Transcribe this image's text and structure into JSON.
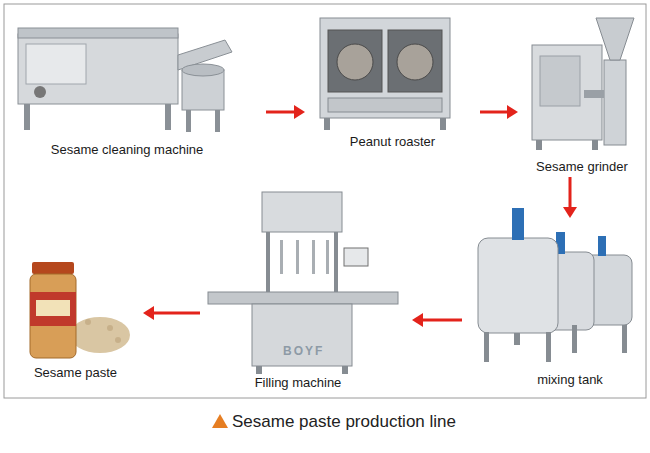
{
  "diagram": {
    "caption": "Sesame paste production line",
    "nodes": [
      {
        "text": [
          "Sesame cleaning machine"
        ]
      },
      {
        "text": [
          "Peanut roaster"
        ]
      },
      {
        "text": [
          "Sesame grinder"
        ]
      },
      {
        "text": [
          "mixing tank"
        ]
      },
      {
        "text": [
          "Filling machine"
        ]
      },
      {
        "text": [
          "Sesame paste"
        ]
      }
    ],
    "edges": [
      {
        "from": 0,
        "to": 1,
        "arrow": "to"
      },
      {
        "from": 1,
        "to": 2,
        "arrow": "to"
      },
      {
        "from": 2,
        "to": 3,
        "arrow": "to"
      },
      {
        "from": 3,
        "to": 4,
        "arrow": "to"
      },
      {
        "from": 4,
        "to": 5,
        "arrow": "to"
      }
    ],
    "labels": [
      "BOYF"
    ]
  }
}
